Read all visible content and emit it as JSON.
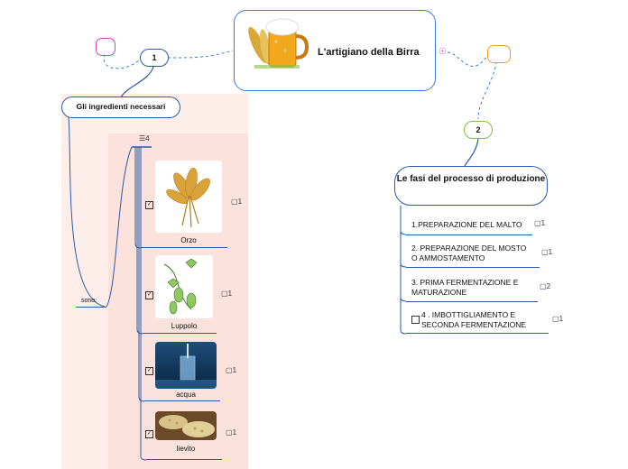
{
  "root": {
    "title": "L'artigiano della Birra"
  },
  "branch1": {
    "badge": "1",
    "title": "Gli ingredienti necessari",
    "relation": "sono:",
    "count": "4",
    "items": [
      {
        "label": "Orzo",
        "comments": "1"
      },
      {
        "label": "Luppolo",
        "comments": "1"
      },
      {
        "label": "acqua",
        "comments": "1"
      },
      {
        "label": "lievito",
        "comments": "1"
      }
    ]
  },
  "branch2": {
    "badge": "2",
    "title": "Le fasi del processo di produzione",
    "items": [
      {
        "label": "1.PREPARAZIONE DEL MALTO",
        "comments": "1"
      },
      {
        "label": "2. PREPARAZIONE DEL MOSTO O AMMOSTAMENTO",
        "comments": "1"
      },
      {
        "label": "3. PRIMA FERMENTAZIONE E MATURAZIONE",
        "comments": "2"
      },
      {
        "label": "4 . IMBOTTIGLIAMENTO E SECONDA FERMENTAZIONE",
        "comments": "1"
      }
    ]
  },
  "colors": {
    "accent": "#2a5aa8",
    "badge1": "#2a5aa8",
    "badge2": "#7dc243",
    "pinkBox": "#cc44cc",
    "orangeBox": "#f0a020",
    "panel": "#fdeeea"
  }
}
